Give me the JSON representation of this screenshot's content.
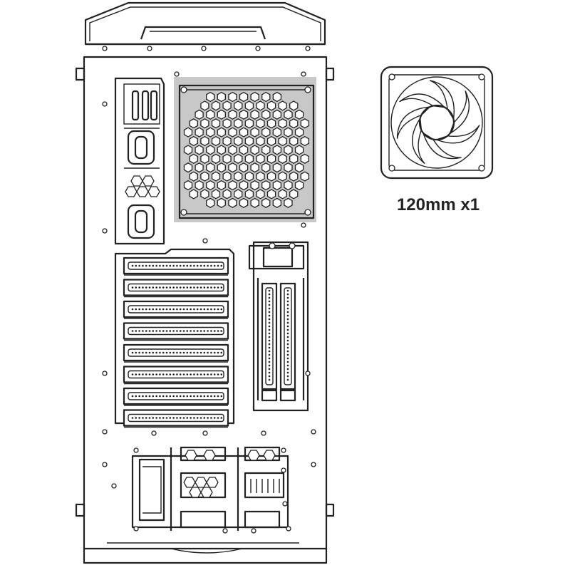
{
  "fan_count_label": "120mm x1",
  "colors": {
    "line": "#222222",
    "fan_mount_highlight": "#c8c8c8",
    "background": "#ffffff"
  },
  "components": {
    "case": "pc-case-rear-view",
    "fan_mount": "rear-120mm-fan-mount",
    "expansion_slots": 8,
    "vertical_gpu_slots": 2,
    "fan": "120mm-fan-icon"
  }
}
